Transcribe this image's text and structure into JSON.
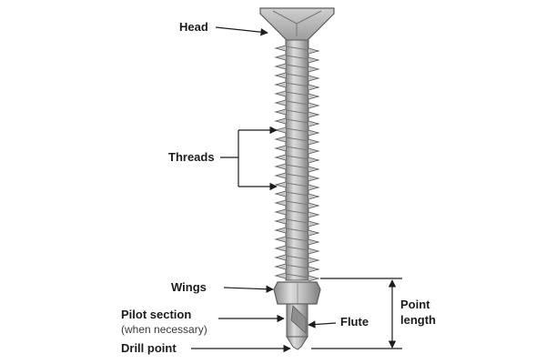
{
  "labels": {
    "head": "Head",
    "threads": "Threads",
    "wings": "Wings",
    "pilot_section": "Pilot section",
    "pilot_note": "(when necessary)",
    "drill_point": "Drill point",
    "flute": "Flute",
    "point_length_line1": "Point",
    "point_length_line2": "length"
  },
  "colors": {
    "metal_light": "#dadada",
    "metal_mid": "#b4b4b4",
    "metal_dark": "#7f7f7f",
    "outline": "#5c5c5c",
    "text": "#1c1c1c"
  }
}
